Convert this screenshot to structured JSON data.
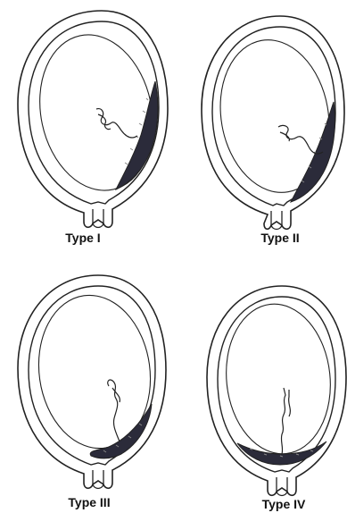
{
  "figure": {
    "panels": [
      {
        "label": "Type I",
        "placenta_position": "lateral wall, above the cervix"
      },
      {
        "label": "Type II",
        "placenta_position": "lateral wall, reaching the internal os margin"
      },
      {
        "label": "Type III",
        "placenta_position": "partially covering the internal os"
      },
      {
        "label": "Type IV",
        "placenta_position": "completely covering the internal os"
      }
    ]
  }
}
